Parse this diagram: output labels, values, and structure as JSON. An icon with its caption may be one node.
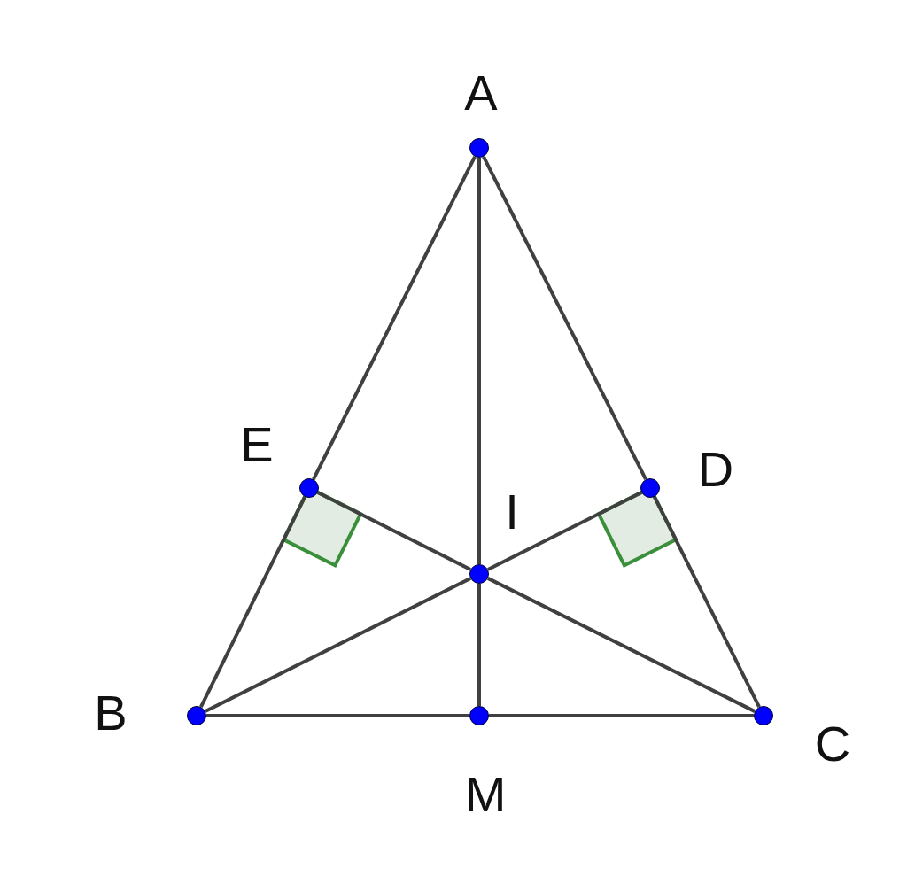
{
  "diagram": {
    "nodes": [
      {
        "text": [],
        "shape": "circle",
        "beside": [
          "A"
        ]
      },
      {
        "text": [],
        "shape": "circle",
        "beside": [
          "E"
        ]
      },
      {
        "text": [],
        "shape": "circle",
        "beside": [
          "D"
        ]
      },
      {
        "text": [],
        "shape": "circle",
        "beside": [
          "I"
        ]
      },
      {
        "text": [],
        "shape": "circle",
        "beside": [
          "B"
        ]
      },
      {
        "text": [],
        "shape": "circle",
        "beside": [
          "M"
        ]
      },
      {
        "text": [],
        "shape": "circle",
        "beside": [
          "C"
        ]
      }
    ],
    "edges": [
      {
        "from": 0,
        "to": 1,
        "arrow": "none"
      },
      {
        "from": 1,
        "to": 4,
        "arrow": "none"
      },
      {
        "from": 0,
        "to": 2,
        "arrow": "none"
      },
      {
        "from": 2,
        "to": 6,
        "arrow": "none"
      },
      {
        "from": 0,
        "to": 3,
        "arrow": "none"
      },
      {
        "from": 3,
        "to": 5,
        "arrow": "none"
      },
      {
        "from": 4,
        "to": 5,
        "arrow": "none"
      },
      {
        "from": 5,
        "to": 6,
        "arrow": "none"
      },
      {
        "from": 4,
        "to": 3,
        "arrow": "none"
      },
      {
        "from": 3,
        "to": 2,
        "arrow": "none"
      },
      {
        "from": 6,
        "to": 3,
        "arrow": "none"
      },
      {
        "from": 3,
        "to": 1,
        "arrow": "none"
      }
    ]
  }
}
